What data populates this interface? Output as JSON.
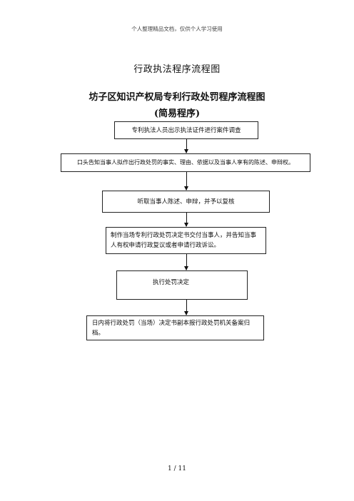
{
  "header_note": "个人整理精品文档，仅供个人学习使用",
  "main_title": "行政执法程序流程图",
  "sub_title": "坊子区知识产权局专利行政处罚程序流程图",
  "sub_title_2": "(简易程序)",
  "steps": [
    "专利执法人员出示执法证件进行案件调查",
    "口头告知当事人拟作出行政处罚的事实、理由、依据以及当事人享有的陈述、申辩权。",
    "听取当事人陈述、申辩，并予以复核",
    "制作当场专利行政处罚决定书交付当事人，并告知当事人有权申请行政复议或者申请行政诉讼。",
    "执行处罚决定",
    "日内将行政处罚（当场）决定书副本报行政处罚机关备案归档。"
  ],
  "page_number": "1 / 11"
}
